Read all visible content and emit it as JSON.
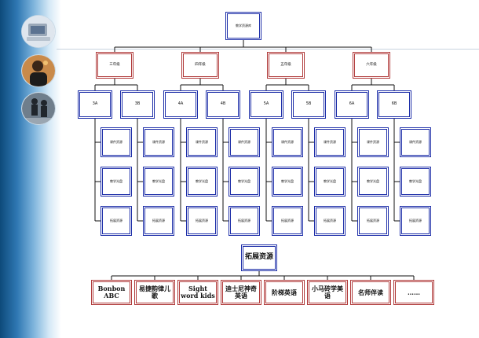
{
  "root": {
    "label": "教学资源库"
  },
  "grades": [
    {
      "label": "三年级",
      "classes": [
        {
          "label": "3A",
          "items": [
            "课件资源",
            "教学光盘",
            "拓展资源"
          ]
        },
        {
          "label": "3B",
          "items": [
            "课件资源",
            "教学光盘",
            "拓展资源"
          ]
        }
      ]
    },
    {
      "label": "四年级",
      "classes": [
        {
          "label": "4A",
          "items": [
            "课件资源",
            "教学光盘",
            "拓展资源"
          ]
        },
        {
          "label": "4B",
          "items": [
            "课件资源",
            "教学光盘",
            "拓展资源"
          ]
        }
      ]
    },
    {
      "label": "五年级",
      "classes": [
        {
          "label": "5A",
          "items": [
            "课件资源",
            "教学光盘",
            "拓展资源"
          ]
        },
        {
          "label": "5B",
          "items": [
            "课件资源",
            "教学光盘",
            "拓展资源"
          ]
        }
      ]
    },
    {
      "label": "六年级",
      "classes": [
        {
          "label": "6A",
          "items": [
            "课件资源",
            "教学光盘",
            "拓展资源"
          ]
        },
        {
          "label": "6B",
          "items": [
            "课件资源",
            "教学光盘",
            "拓展资源"
          ]
        }
      ]
    }
  ],
  "extension": {
    "label": "拓展资源",
    "items": [
      "Bonbon ABC",
      "易捷韵律儿歌",
      "Sight word kids",
      "迪士尼神奇英语",
      "阶梯英语",
      "小马砖学美语",
      "名师伴读",
      "……"
    ]
  },
  "colors": {
    "blue_border": "#1d2ea8",
    "red_border": "#b03a3a",
    "sidebar": "#2f78b3"
  }
}
